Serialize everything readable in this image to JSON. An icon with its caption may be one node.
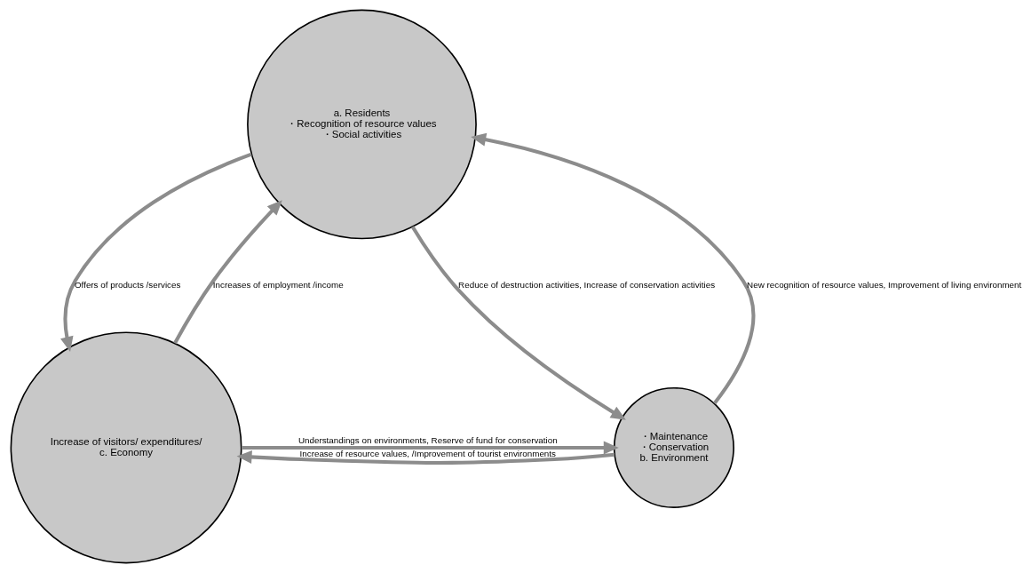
{
  "diagram": {
    "nodes": [
      {
        "text": [
          "a. Residents",
          "・Recognition of resource values",
          "・Social activities"
        ]
      },
      {
        "text": [
          "Increase of visitors/ expenditures/",
          "c. Economy"
        ]
      },
      {
        "text": [
          "・Maintenance",
          "・Conservation",
          "b. Environment"
        ]
      }
    ],
    "edges": [
      {
        "from": 1,
        "to": 0,
        "arrow": "to",
        "label": "Increases of employment /income"
      },
      {
        "from": 0,
        "to": 1,
        "arrow": "to",
        "label": "Offers of products /services"
      },
      {
        "from": 2,
        "to": 0,
        "arrow": "to",
        "label": "New recognition of resource values, Improvement of living environment"
      },
      {
        "from": 0,
        "to": 2,
        "arrow": "to",
        "label": "Reduce of destruction activities, Increase of conservation activities"
      },
      {
        "from": 1,
        "to": 2,
        "arrow": "to",
        "label": "Understandings on environments, Reserve of fund for conservation"
      },
      {
        "from": 2,
        "to": 1,
        "arrow": "to",
        "label": "Increase of resource values, /Improvement of tourist environments"
      }
    ]
  }
}
